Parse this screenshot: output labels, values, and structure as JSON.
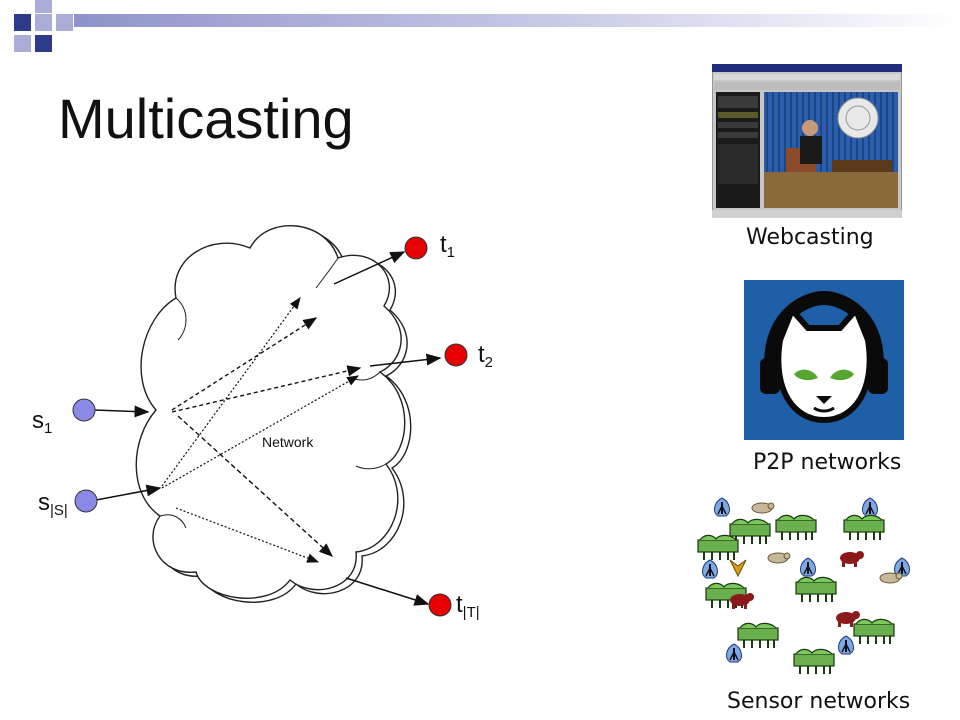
{
  "slide": {
    "title": "Multicasting"
  },
  "diagram": {
    "network_label": "Network",
    "sources": [
      {
        "base": "s",
        "sub": "1",
        "color": "#8A8AE6"
      },
      {
        "base": "s",
        "sub": "|S|",
        "color": "#8A8AE6"
      }
    ],
    "sinks": [
      {
        "base": "t",
        "sub": "1",
        "color": "#E60000"
      },
      {
        "base": "t",
        "sub": "2",
        "color": "#E60000"
      },
      {
        "base": "t",
        "sub": "|T|",
        "color": "#E60000"
      }
    ]
  },
  "examples": [
    {
      "caption": "Webcasting",
      "icon": "webcast-screenshot"
    },
    {
      "caption": "P2P networks",
      "icon": "napster-cat-logo"
    },
    {
      "caption": "Sensor networks",
      "icon": "sensor-field-illustration"
    }
  ],
  "colors": {
    "deco_blue": "#2E3A8C",
    "deco_lavender": "#A9ADD8",
    "source_node": "#8A8AE6",
    "sink_node": "#E60000",
    "napster_bg": "#1F5FA8"
  }
}
